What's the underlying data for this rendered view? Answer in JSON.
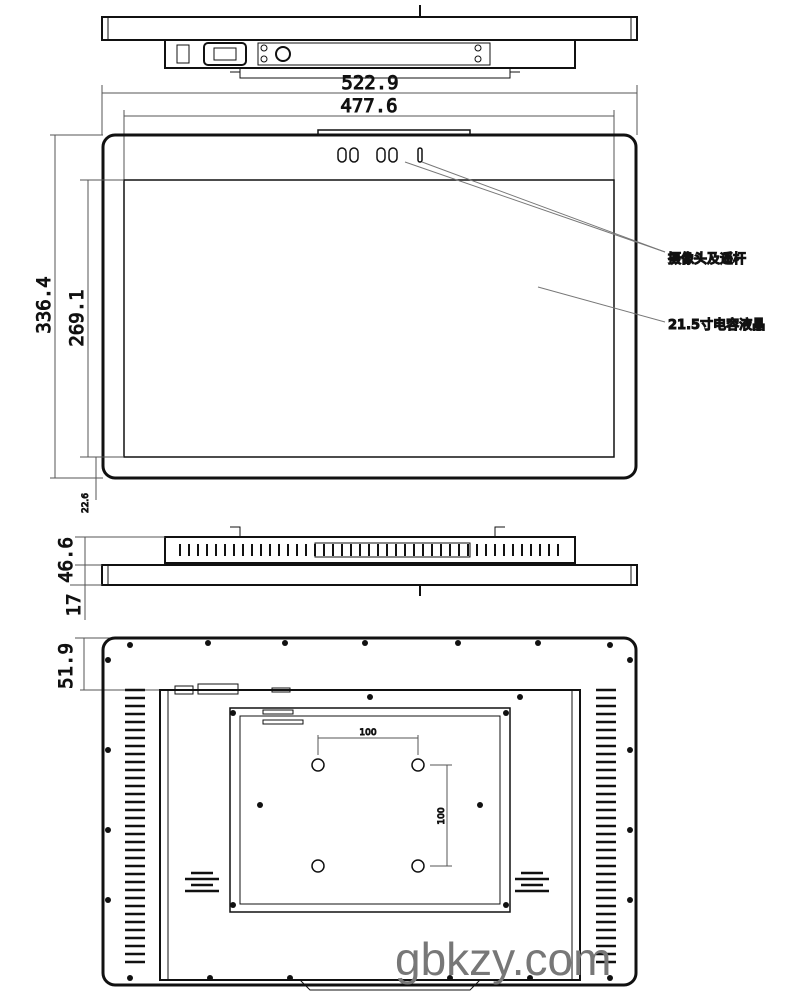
{
  "dimensions": {
    "overall_width": "522.9",
    "screen_width": "477.6",
    "overall_height": "336.4",
    "screen_height": "269.1",
    "bottom_bezel": "22.6",
    "box_depth": "46.6",
    "bezel_depth": "17",
    "top_offset": "51.9",
    "vesa_horizontal": "100",
    "vesa_vertical": "100"
  },
  "annotations": {
    "camera_joystick": "摄像头及遥杆",
    "lcd_label": "21.5寸电容液晶"
  },
  "watermark": "gbkzy.com"
}
